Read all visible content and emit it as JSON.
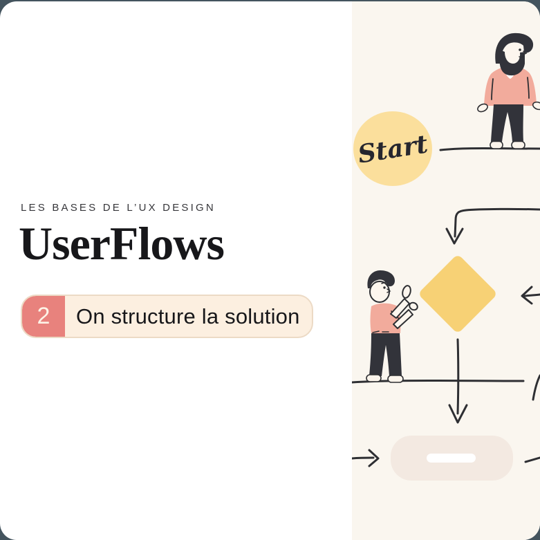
{
  "page": {
    "background": "#44545e",
    "card_background": "#ffffff"
  },
  "header": {
    "eyebrow": "LES BASES DE L’UX DESIGN",
    "title": "UserFlows"
  },
  "step_badge": {
    "number": "2",
    "label": "On structure la solution",
    "number_bg": "#e8827d",
    "number_color": "#fdf3e7",
    "pill_bg": "#fcefe0",
    "pill_border": "#ecdac5",
    "label_color": "#17171a"
  },
  "illustration": {
    "panel_bg": "#faf6ef",
    "ink": "#2e2f33",
    "start_node": {
      "label": "Start",
      "fill": "#fbdf9c",
      "text_color": "#26262e"
    },
    "decision_diamond_fill": "#f7d175",
    "process_pill_fill": "#f3e9e1",
    "process_bar_fill": "#ffffff",
    "skin": "#fdf6ee",
    "shirt_pink": "#f2ab9c",
    "dark_clothing": "#32333a"
  }
}
